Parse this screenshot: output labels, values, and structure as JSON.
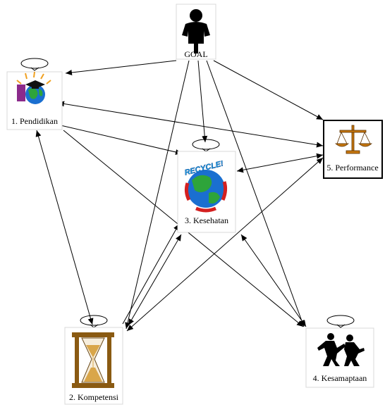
{
  "nodes": {
    "goal": {
      "label": "GOAL",
      "icon": "person-silhouette-icon"
    },
    "pendidikan": {
      "label": "1. Pendidikan",
      "icon": "graduate-globe-icon"
    },
    "kompetensi": {
      "label": "2. Kompetensi",
      "icon": "hourglass-icon"
    },
    "kesehatan": {
      "label": "3. Kesehatan",
      "icon": "recycle-globe-icon",
      "icon_text": "RECYCLE!"
    },
    "kesamaptaan": {
      "label": "4. Kesamaptaan",
      "icon": "fighters-icon"
    },
    "performance": {
      "label": "5. Performance",
      "icon": "scales-icon"
    }
  },
  "edges": [
    {
      "from": "goal",
      "to": "pendidikan",
      "type": "arrow"
    },
    {
      "from": "goal",
      "to": "performance",
      "type": "arrow"
    },
    {
      "from": "goal",
      "to": "kesehatan",
      "type": "arrow"
    },
    {
      "from": "goal",
      "to": "kompetensi",
      "type": "arrow"
    },
    {
      "from": "goal",
      "to": "kesamaptaan",
      "type": "arrow"
    },
    {
      "from": "pendidikan",
      "to": "performance",
      "type": "double"
    },
    {
      "from": "pendidikan",
      "to": "kesehatan",
      "type": "arrow"
    },
    {
      "from": "pendidikan",
      "to": "kompetensi",
      "type": "double"
    },
    {
      "from": "pendidikan",
      "to": "kesamaptaan",
      "type": "arrow"
    },
    {
      "from": "kesehatan",
      "to": "performance",
      "type": "double"
    },
    {
      "from": "kesehatan",
      "to": "kompetensi",
      "type": "double"
    },
    {
      "from": "kesehatan",
      "to": "kesamaptaan",
      "type": "double"
    },
    {
      "from": "kompetensi",
      "to": "performance",
      "type": "double"
    },
    {
      "from": "kompetensi",
      "to": "pendidikan",
      "type": "arrow"
    }
  ],
  "colors": {
    "line": "#000000",
    "globe_blue": "#1a6fd0",
    "globe_green": "#2ea43a",
    "hourglass_wood": "#8a5a12",
    "sand": "#d9a64a",
    "scale_gold": "#c8780f"
  }
}
